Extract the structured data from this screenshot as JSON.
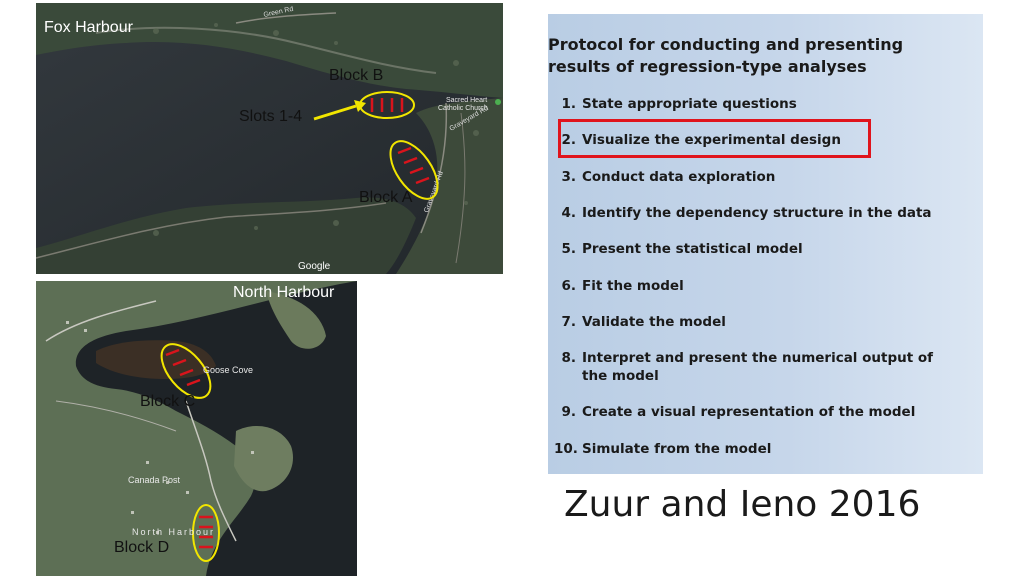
{
  "map_top": {
    "title": "Fox Harbour",
    "block_b": "Block B",
    "block_a": "Block A",
    "slots": "Slots 1-4",
    "roads": [
      "Green Rd",
      "Graveyard Rd",
      "Graveyard Rd"
    ],
    "poi": "Sacred Heart Catholic Church",
    "poi_line1": "Sacred Heart",
    "poi_line2": "Catholic Church",
    "attribution": "Google",
    "colors": {
      "ellipse": "#f2e600",
      "slot_marks": "#d9141c",
      "arrow": "#f2e600"
    }
  },
  "map_bottom": {
    "title": "North Harbour",
    "block_c": "Block C",
    "block_d": "Block D",
    "place_1": "Goose Cove",
    "place_2": "Canada Post",
    "place_3": "North Harbour"
  },
  "panel": {
    "title_line1": "Protocol for conducting and presenting",
    "title_line2": "results of regression-type analyses",
    "steps": [
      {
        "num": "1.",
        "text": "State appropriate questions"
      },
      {
        "num": "2.",
        "text": "Visualize the experimental design"
      },
      {
        "num": "3.",
        "text": "Conduct data exploration"
      },
      {
        "num": "4.",
        "text": "Identify the dependency structure in the data"
      },
      {
        "num": "5.",
        "text": "Present the statistical model"
      },
      {
        "num": "6.",
        "text": "Fit the model"
      },
      {
        "num": "7.",
        "text": "Validate the model"
      },
      {
        "num": "8.",
        "text": "Interpret and present the numerical output of",
        "cont": "the model"
      },
      {
        "num": "9.",
        "text": "Create a visual representation of the model"
      },
      {
        "num": "10.",
        "text": "Simulate from the model"
      }
    ],
    "highlight_color": "#e0141c"
  },
  "citation": "Zuur and Ieno 2016"
}
